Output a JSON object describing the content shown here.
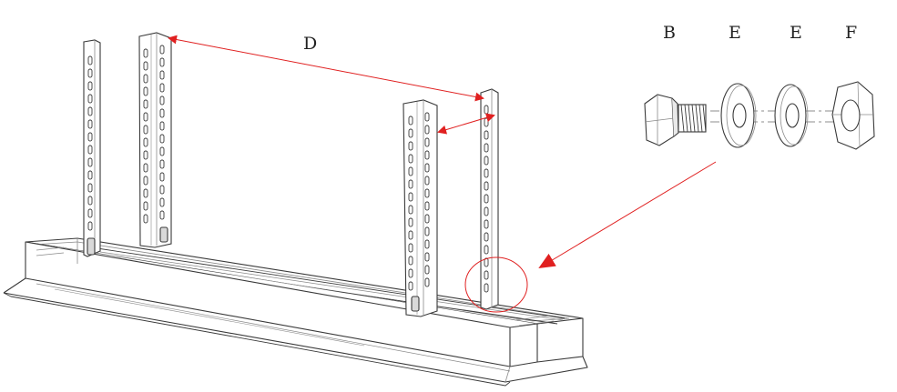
{
  "labels": {
    "distance": "D",
    "bolt": "B",
    "washer_1": "E",
    "washer_2": "E",
    "nut": "F"
  },
  "colors": {
    "line": "#3a3a3a",
    "light_line": "#8a8a8a",
    "arrow": "#e02020",
    "fill": "#ffffff",
    "shade": "#e9e9e9"
  },
  "icons": {
    "bolt": "hex-bolt-icon",
    "washer": "flat-washer-icon",
    "nut": "hex-nut-icon"
  }
}
